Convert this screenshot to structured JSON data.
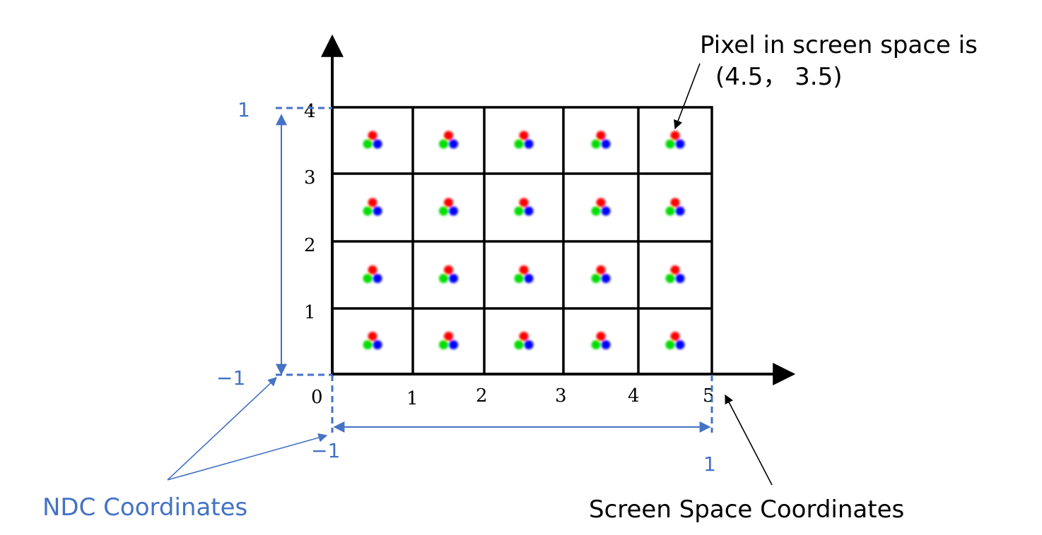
{
  "diagram": {
    "annotation_pixel_line1": "Pixel in screen space is",
    "annotation_pixel_line2": "(4.5， 3.5)",
    "label_ndc": "NDC Coordinates",
    "label_screen": "Screen Space Coordinates",
    "x_ticks": [
      "0",
      "1",
      "2",
      "3",
      "4",
      "5"
    ],
    "y_ticks": [
      "1",
      "2",
      "3",
      "4"
    ],
    "ndc": {
      "y_top": "1",
      "y_bottom": "−1",
      "x_left": "−1",
      "x_right": "1"
    },
    "grid": {
      "columns": 5,
      "rows": 4
    },
    "colors": {
      "ndc_blue": "#4472C4",
      "axis_black": "#000000",
      "subpixel_red": "#ff0000",
      "subpixel_green": "#00dd00",
      "subpixel_blue": "#0000ff"
    }
  }
}
